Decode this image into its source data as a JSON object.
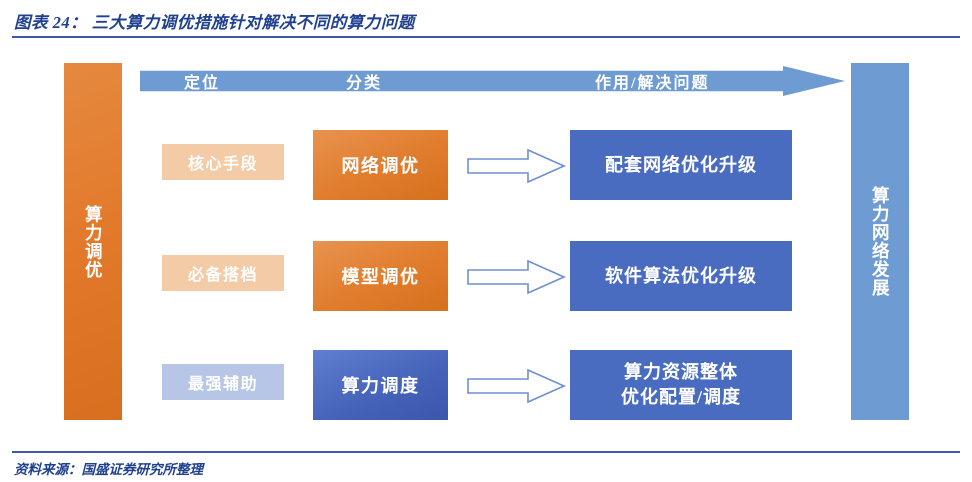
{
  "title": "图表 24： 三大算力调优措施针对解决不同的算力问题",
  "source_note": "资料来源：国盛证券研究所整理",
  "colors": {
    "title_blue": "#20418f",
    "rule_blue": "#3c5aa8",
    "orange_bar": "#e2782a",
    "light_blue_bar": "#6e9bd2",
    "peach_tag": "#f3cba7",
    "periwinkle_tag": "#b7c5e6",
    "result_blue": "#4a6cc0",
    "arrow_outline": "#6e8fd0"
  },
  "left_bar": {
    "label": "算力调优"
  },
  "right_bar": {
    "label": "算力网络发展"
  },
  "header": {
    "labels": [
      "定位",
      "分类",
      "作用/解决问题"
    ]
  },
  "rows": [
    {
      "tag": "核心手段",
      "tag_style": "peach",
      "category": "网络调优",
      "category_style": "orange",
      "arrow": "right-arrow-outline",
      "result_lines": [
        "配套网络优化升级"
      ]
    },
    {
      "tag": "必备搭档",
      "tag_style": "peach",
      "category": "模型调优",
      "category_style": "orange",
      "arrow": "right-arrow-outline",
      "result_lines": [
        "软件算法优化升级"
      ]
    },
    {
      "tag": "最强辅助",
      "tag_style": "periwinkle",
      "category": "算力调度",
      "category_style": "blue",
      "arrow": "right-arrow-outline",
      "result_lines": [
        "算力资源整体",
        "优化配置/调度"
      ]
    }
  ]
}
